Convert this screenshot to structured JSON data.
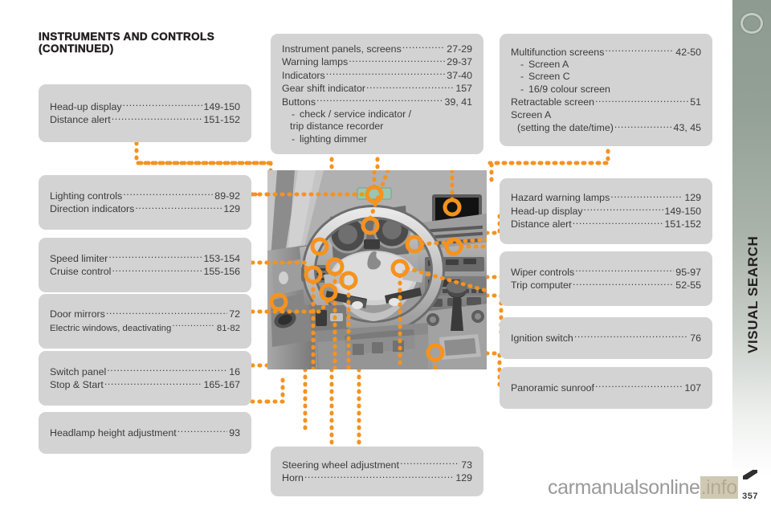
{
  "heading": {
    "line1": "INSTRUMENTS AND CONTROLS",
    "line2": "(CONTINUED)"
  },
  "sidebar": {
    "label": "VISUAL SEARCH",
    "icon": "circle-ring-icon",
    "page_number": "357"
  },
  "watermark": {
    "text": "carmanualsonline",
    "tld": ".info"
  },
  "colors": {
    "accent": "#F6921E",
    "box_bg": "#D3D3D3",
    "text": "#3B3B3B",
    "heading": "#231F20"
  },
  "boxes": {
    "head_up_display": {
      "name": "head-up-display-box",
      "rows": [
        {
          "label": "Head-up display",
          "page": "149-150"
        },
        {
          "label": "Distance alert",
          "page": "151-152"
        }
      ]
    },
    "instrument_panels": {
      "name": "instrument-panels-box",
      "rows": [
        {
          "label": "Instrument panels, screens",
          "page": "27-29"
        },
        {
          "label": "Warning lamps",
          "page": "29-37"
        },
        {
          "label": "Indicators",
          "page": "37-40"
        },
        {
          "label": "Gear shift indicator",
          "page": "157"
        },
        {
          "label": "Buttons",
          "page": "39, 41"
        }
      ],
      "subitems": [
        "check / service indicator /",
        "trip distance recorder",
        "lighting dimmer"
      ]
    },
    "multifunction_screens": {
      "name": "multifunction-screens-box",
      "row_main": {
        "label": "Multifunction screens",
        "page": "42-50"
      },
      "subitems": [
        "Screen A",
        "Screen C",
        "16/9 colour screen"
      ],
      "row_retractable": {
        "label": "Retractable screen",
        "page": "51"
      },
      "screen_a_label": "Screen A",
      "row_screen_a": {
        "label": "(setting the date/time)",
        "page": "43, 45"
      }
    },
    "lighting_controls": {
      "name": "lighting-controls-box",
      "rows": [
        {
          "label": "Lighting controls",
          "page": "89-92"
        },
        {
          "label": "Direction indicators",
          "page": "129"
        }
      ]
    },
    "speed_limiter": {
      "name": "speed-limiter-box",
      "rows": [
        {
          "label": "Speed limiter",
          "page": "153-154"
        },
        {
          "label": "Cruise control",
          "page": "155-156"
        }
      ]
    },
    "door_mirrors": {
      "name": "door-mirrors-box",
      "rows": [
        {
          "label": "Door mirrors",
          "page": "72"
        },
        {
          "label": "Electric windows, deactivating",
          "page": "81-82"
        }
      ]
    },
    "switch_panel": {
      "name": "switch-panel-box",
      "rows": [
        {
          "label": "Switch panel",
          "page": "16"
        },
        {
          "label": "Stop & Start",
          "page": "165-167"
        }
      ]
    },
    "headlamp_height": {
      "name": "headlamp-height-adjustment-box",
      "rows": [
        {
          "label": "Headlamp height adjustment",
          "page": "93"
        }
      ]
    },
    "hazard_warning": {
      "name": "hazard-warning-lamps-box",
      "rows": [
        {
          "label": "Hazard warning lamps",
          "page": "129"
        },
        {
          "label": "Head-up display",
          "page": "149-150"
        },
        {
          "label": "Distance alert",
          "page": "151-152"
        }
      ]
    },
    "wiper_controls": {
      "name": "wiper-controls-box",
      "rows": [
        {
          "label": "Wiper controls",
          "page": "95-97"
        },
        {
          "label": "Trip computer",
          "page": "52-55"
        }
      ]
    },
    "ignition_switch": {
      "name": "ignition-switch-box",
      "rows": [
        {
          "label": "Ignition switch",
          "page": "76"
        }
      ]
    },
    "panoramic_sunroof": {
      "name": "panoramic-sunroof-box",
      "rows": [
        {
          "label": "Panoramic sunroof",
          "page": "107"
        }
      ]
    },
    "steering_wheel": {
      "name": "steering-wheel-adjustment-box",
      "rows": [
        {
          "label": "Steering wheel adjustment",
          "page": "73"
        },
        {
          "label": "Horn",
          "page": "129"
        }
      ]
    }
  },
  "photo": {
    "name": "car-dashboard-illustration",
    "alt": "Car interior dashboard with steering wheel, centre console and gear lever"
  }
}
